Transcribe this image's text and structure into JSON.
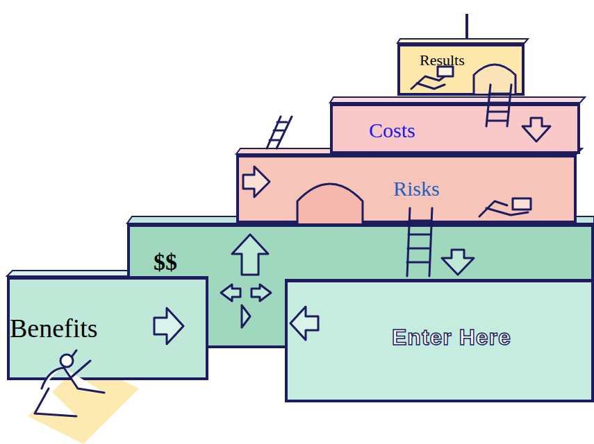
{
  "diagram": {
    "nodes": [
      {
        "text": [
          "Results"
        ]
      },
      {
        "text": [
          "Costs"
        ]
      },
      {
        "text": [
          "Risks"
        ]
      },
      {
        "text": [
          "$$"
        ]
      },
      {
        "text": [
          "Benefits"
        ]
      },
      {
        "text": [
          "Enter Here"
        ]
      }
    ]
  }
}
